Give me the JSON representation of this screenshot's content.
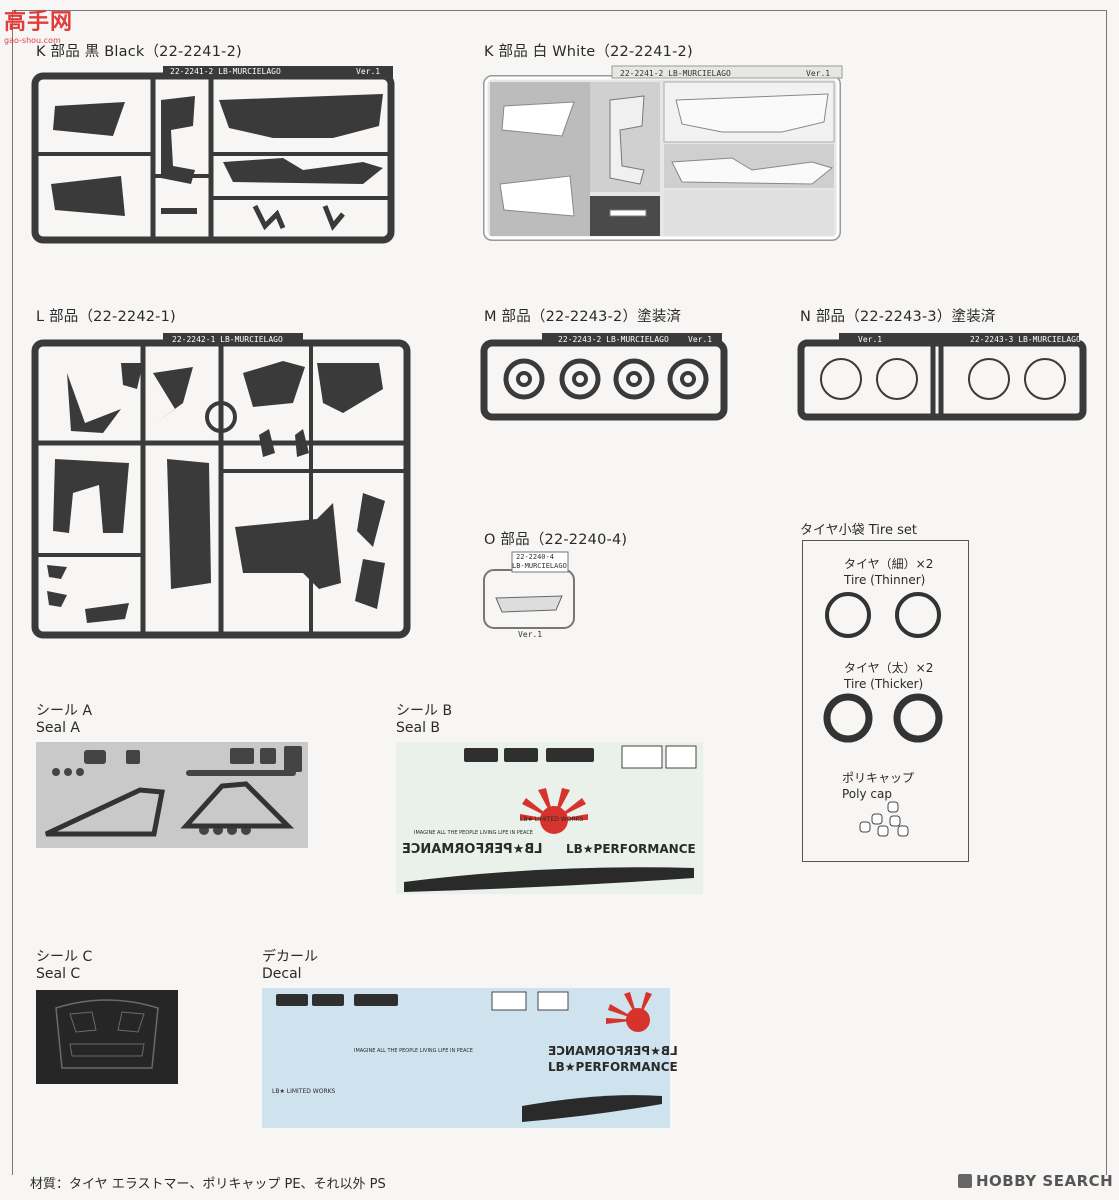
{
  "watermark": {
    "logo_text": "高手网",
    "sub_text": "gao-shou.com"
  },
  "sprues": {
    "k_black": {
      "title": "K 部品 黒 Black（22-2241-2)",
      "tag": "22-2241-2 LB-MURCIELAGO",
      "ver": "Ver.1"
    },
    "k_white": {
      "title": "K 部品 白 White（22-2241-2)",
      "tag": "22-2241-2 LB-MURCIELAGO",
      "ver": "Ver.1"
    },
    "l": {
      "title": "L 部品（22-2242-1)",
      "tag": "22-2242-1 LB-MURCIELAGO"
    },
    "m": {
      "title": "M 部品（22-2243-2）塗装済",
      "tag": "22-2243-2 LB-MURCIELAGO",
      "ver": "Ver.1"
    },
    "n": {
      "title": "N 部品（22-2243-3）塗装済",
      "tag": "22-2243-3 LB-MURCIELAGO",
      "ver": "Ver.1"
    },
    "o": {
      "title": "O 部品（22-2240-4)",
      "tag_line1": "22-2240-4",
      "tag_line2": "LB-MURCIELAGO",
      "ver": "Ver.1"
    }
  },
  "tire_set": {
    "title": "タイヤ小袋 Tire set",
    "thinner_jp": "タイヤ（細）×2",
    "thinner_en": "Tire (Thinner)",
    "thicker_jp": "タイヤ（太）×2",
    "thicker_en": "Tire (Thicker)",
    "polycap_jp": "ポリキャップ",
    "polycap_en": "Poly cap"
  },
  "seals": {
    "a": {
      "jp": "シール A",
      "en": "Seal A"
    },
    "b": {
      "jp": "シール B",
      "en": "Seal B",
      "perf_mirror": "LB★PERFORMANCE",
      "perf": "LB★PERFORMANCE",
      "slogan": "IMAGINE ALL THE PEOPLE LIVING LIFE IN PEACE",
      "works": "LB★ LIMITED WORKS"
    },
    "c": {
      "jp": "シール C",
      "en": "Seal C"
    },
    "decal": {
      "jp": "デカール",
      "en": "Decal",
      "perf_mirror": "LB★PERFORMANCE",
      "perf": "LB★PERFORMANCE",
      "slogan": "IMAGINE ALL THE PEOPLE LIVING LIFE IN PEACE",
      "works": "LB★ LIMITED WORKS"
    }
  },
  "footer": {
    "material": "材質：タイヤ エラストマー、ポリキャップ PE、それ以外 PS",
    "brand": "HOBBY SEARCH"
  },
  "colors": {
    "dark_sprue": "#3a3a3a",
    "white_sprue": "#e6e6e4",
    "seal_a_bg": "#c9c9c9",
    "seal_b_bg": "#e9f1ea",
    "decal_bg": "#cfe3ef",
    "rising_sun_red": "#d6332c"
  }
}
